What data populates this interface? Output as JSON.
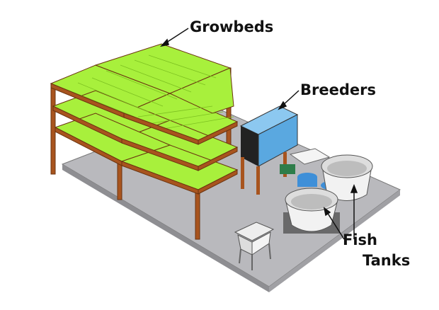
{
  "labels": {
    "growbeds": "Growbeds",
    "breeders": "Breeders",
    "fish": "Fish",
    "tanks": "Tanks"
  },
  "colors": {
    "growbed_green": "#a8f03c",
    "frame_wood": "#a8541e",
    "floor_gray": "#b9b9bd",
    "breeder_blue": "#5aa8e0",
    "tank_white": "#f2f2f2"
  }
}
